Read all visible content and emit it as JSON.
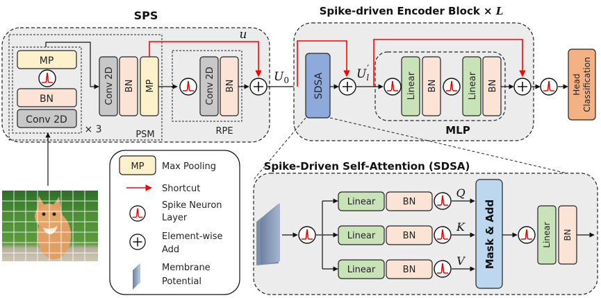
{
  "colors": {
    "conv": "#c8c8c8",
    "bn": "#fbe4d6",
    "mp": "#fdf1cc",
    "linear": "#c9e3b8",
    "sdsa": "#8eaadb",
    "mask_add": "#bdd7ee",
    "head": "#f4b183",
    "panel": "#ececec",
    "shortcut": "#ff0000",
    "membrane": "#8496b0"
  },
  "sps": {
    "title": "SPS",
    "repeat_block": {
      "mp": "MP",
      "bn": "BN",
      "conv": "Conv 2D",
      "repeat": "× 3"
    },
    "psm": {
      "label": "PSM",
      "conv": "Conv 2D",
      "bn": "BN",
      "mp": "MP"
    },
    "rpe": {
      "label": "RPE",
      "conv": "Conv 2D",
      "bn": "BN"
    },
    "shortcut_label": "u",
    "output_label": "U",
    "output_sub": "0"
  },
  "encoder": {
    "title": "Spike-driven Encoder Block × ",
    "title_var": "L",
    "sdsa": "SDSA",
    "mid_label": "U",
    "mid_sub": "l",
    "mid_prime": "′",
    "mlp": {
      "label": "MLP",
      "linear1": "Linear",
      "bn1": "BN",
      "linear2": "Linear",
      "bn2": "BN"
    }
  },
  "head": {
    "line1": "Head",
    "line2": "Classification"
  },
  "legend": {
    "items": [
      {
        "symbol": "MP",
        "label": "Max Pooling"
      },
      {
        "symbol": "red-arrow",
        "label": "Shortcut"
      },
      {
        "symbol": "spike",
        "label_lines": [
          "Spike Neuron",
          "Layer"
        ]
      },
      {
        "symbol": "plus",
        "label_lines": [
          "Element-wise",
          "Add"
        ]
      },
      {
        "symbol": "membrane",
        "label_lines": [
          "Membrane",
          "Potential"
        ]
      }
    ]
  },
  "sdsa_detail": {
    "title": "Spike-Driven Self-Attention (SDSA)",
    "branches": [
      {
        "linear": "Linear",
        "bn": "BN",
        "var": "Q"
      },
      {
        "linear": "Linear",
        "bn": "BN",
        "var": "K"
      },
      {
        "linear": "Linear",
        "bn": "BN",
        "var": "V"
      }
    ],
    "mask_add": "Mask & Add",
    "out_linear": "Linear",
    "out_bn": "BN"
  }
}
